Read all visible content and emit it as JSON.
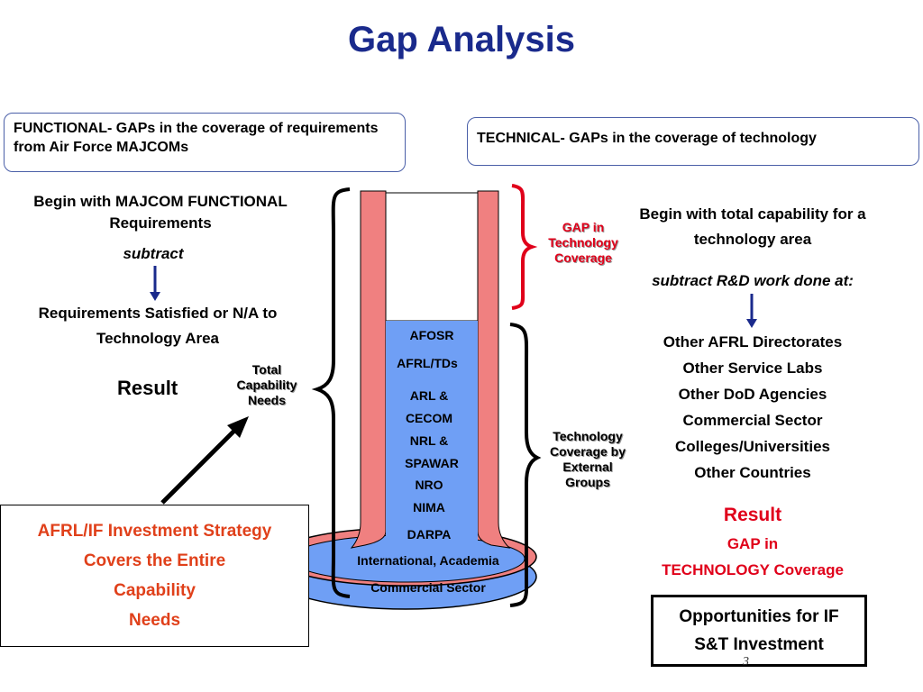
{
  "title": "Gap Analysis",
  "functional": {
    "header": "FUNCTIONAL- GAPs in the coverage of requirements from Air Force MAJCOMs",
    "begin": "Begin with MAJCOM FUNCTIONAL Requirements",
    "subtract": "subtract",
    "satisfied": "Requirements Satisfied or N/A to Technology Area",
    "result": "Result",
    "total_needs": "Total Capability Needs"
  },
  "technical": {
    "header": "TECHNICAL- GAPs in the coverage of technology",
    "begin": "Begin with total capability for a technology area",
    "subtract": "subtract R&D work done at:",
    "orgs": [
      "Other AFRL Directorates",
      "Other Service Labs",
      "Other DoD Agencies",
      "Commercial Sector",
      "Colleges/Universities",
      "Other Countries"
    ],
    "result": "Result",
    "result_detail_1": "GAP in",
    "result_detail_2": "TECHNOLOGY Coverage"
  },
  "diagram": {
    "gap_label": "GAP in Technology Coverage",
    "coverage_label": "Technology Coverage by External Groups",
    "stack": [
      "AFOSR",
      "AFRL/TDs",
      "ARL &",
      "CECOM",
      "NRL &",
      "SPAWAR",
      "NRO",
      "NIMA",
      "DARPA",
      "International, Academia",
      "Commercial Sector"
    ]
  },
  "strategy": {
    "line1": "AFRL/IF Investment Strategy",
    "line2": "Covers the Entire",
    "line3": "Capability",
    "line4": "Needs"
  },
  "opportunities": {
    "line1": "Opportunities for IF",
    "line2": "S&T Investment"
  },
  "page_number": "3",
  "colors": {
    "title": "#1a2a8c",
    "red": "#e0001a",
    "tube_wall": "#f08080",
    "fill": "#6f9ff5"
  }
}
